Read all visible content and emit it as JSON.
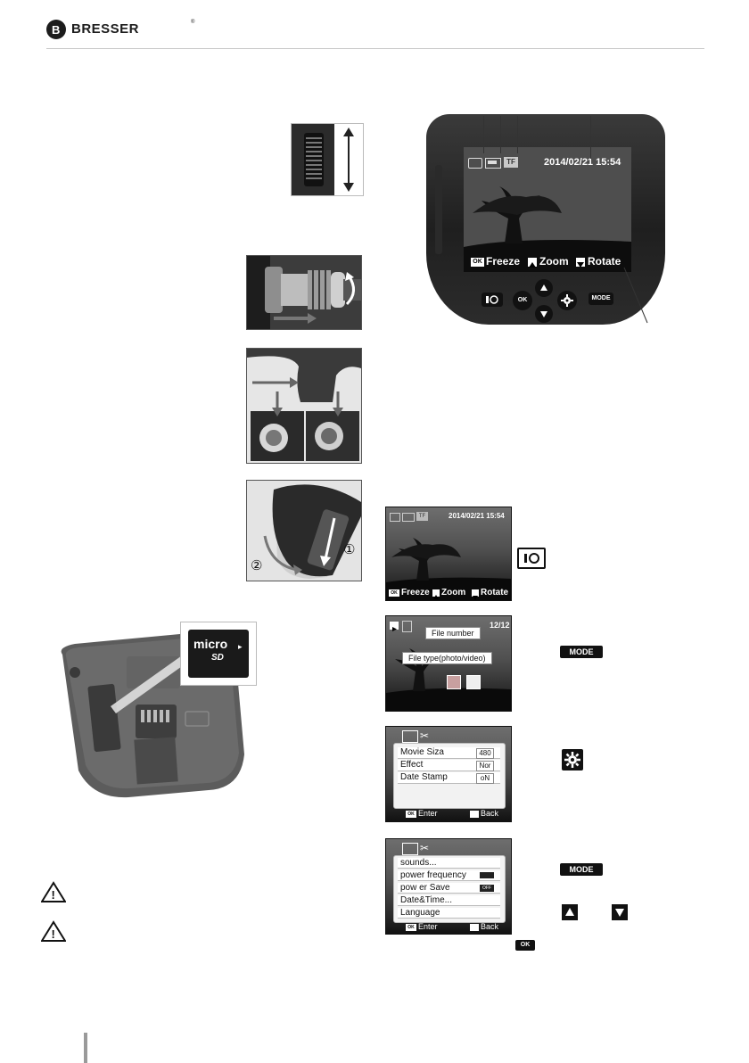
{
  "header": {
    "brand": "BRESSER",
    "reg": "®"
  },
  "device": {
    "date_time": "2014/02/21 15:54",
    "tf_badge": "TF",
    "bar": {
      "ok": "OK",
      "freeze": "Freeze",
      "zoom": "Zoom",
      "rotate": "Rotate"
    },
    "buttons": {
      "ok": "OK",
      "mode": "MODE"
    }
  },
  "steps": {
    "arrow_1": "①",
    "arrow_2": "②"
  },
  "sd_card": {
    "brand": "micro",
    "sub": "SD"
  },
  "thumbs": {
    "t1": {
      "date_time": "2014/02/21 15:54",
      "tf_badge": "TF",
      "ok": "OK",
      "freeze": "Freeze",
      "zoom": "Zoom",
      "rotate": "Rotate"
    },
    "t2": {
      "counter": "12/12",
      "label_number": "File number",
      "label_type": "File type(photo/video)"
    },
    "t3": {
      "rows": [
        "Movie Siza",
        "Effect",
        "Date Stamp"
      ],
      "vals": [
        "480",
        "Nor",
        "oN"
      ],
      "enter": "Enter",
      "back": "Back",
      "ok": "OK"
    },
    "t4": {
      "rows": [
        "sounds...",
        "power frequency",
        "pow er Save",
        "Date&Time...",
        "Language"
      ],
      "vals": [
        "",
        "",
        "OFF",
        "",
        ""
      ],
      "enter": "Enter",
      "back": "Back",
      "ok": "OK"
    }
  },
  "side_icons": {
    "mode_1": "MODE",
    "mode_2": "MODE",
    "ok": "OK"
  }
}
